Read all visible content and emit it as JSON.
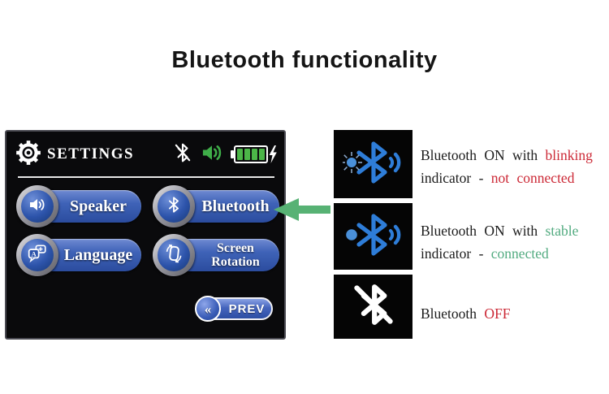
{
  "title": "Bluetooth functionality",
  "device": {
    "header": {
      "title": "SETTINGS"
    },
    "status_icons": [
      "bluetooth-off",
      "speaker-on",
      "battery-charging"
    ],
    "buttons": [
      {
        "label": "Speaker",
        "icon": "speaker"
      },
      {
        "label": "Bluetooth",
        "icon": "bluetooth"
      },
      {
        "label": "Language",
        "icon": "language"
      },
      {
        "label": "Screen\nRotation",
        "icon": "screen-rotation"
      }
    ],
    "prev": {
      "label": "PREV",
      "chevrons": "«"
    }
  },
  "legend": {
    "item1": {
      "icon": "bluetooth-blinking",
      "line1_plain": "Bluetooth ON with",
      "line1_accent": "blinking",
      "line1_accent_color": "red",
      "line2_plain": "indicator -",
      "line2_accent": "not connected",
      "line2_accent_color": "red"
    },
    "item2": {
      "icon": "bluetooth-stable",
      "line1_plain": "Bluetooth ON with",
      "line1_accent": "stable",
      "line1_accent_color": "green",
      "line2_plain": "indicator -",
      "line2_accent": "connected",
      "line2_accent_color": "green"
    },
    "item3": {
      "icon": "bluetooth-off",
      "line1_plain": "Bluetooth",
      "line1_accent": "OFF",
      "line1_accent_color": "red"
    }
  },
  "colors": {
    "red": "#cc2936",
    "green": "#52ab80",
    "button_blue": "#3f63b8",
    "arrow_green": "#57b274",
    "legend_icon_blue": "#2e7dd8",
    "status_green": "#3fae49",
    "battery_green": "#4cb648"
  }
}
